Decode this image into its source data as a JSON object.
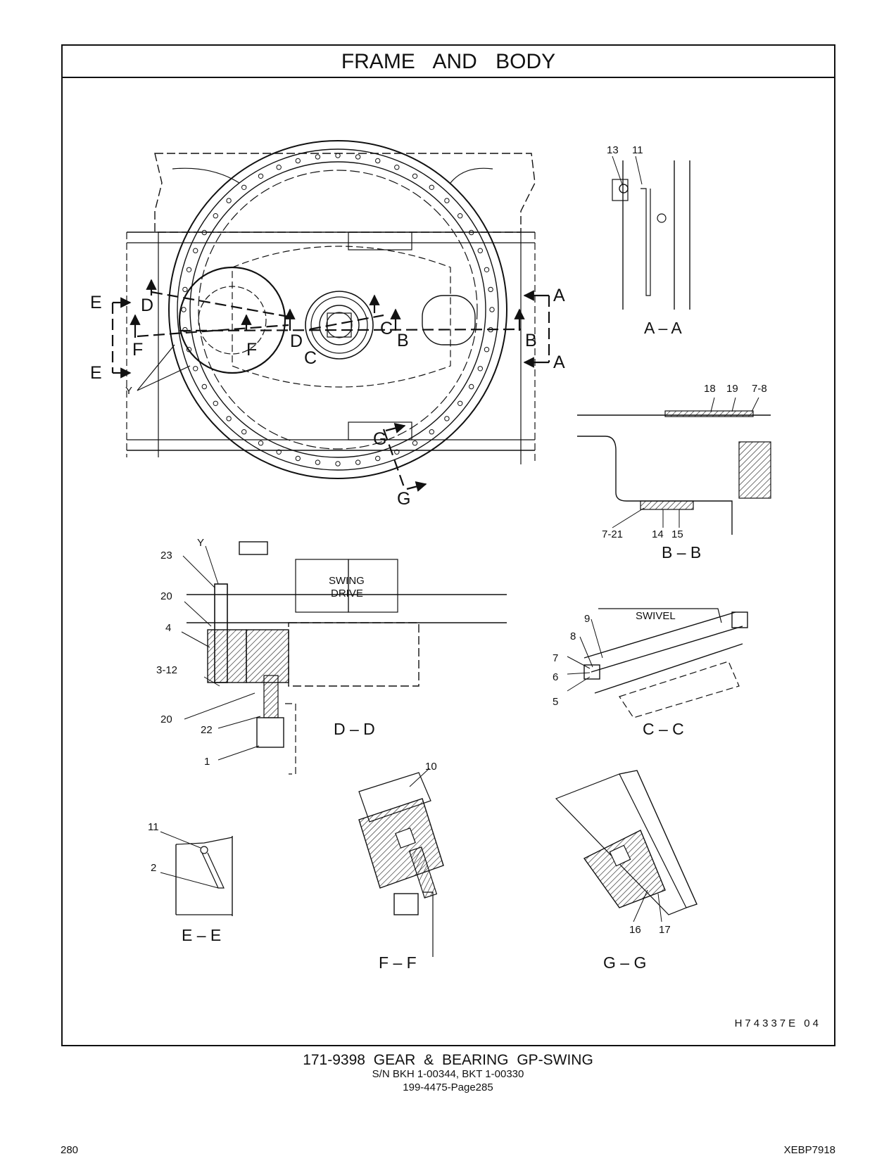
{
  "page": {
    "section_title": "FRAME AND BODY",
    "drawing_id": "H74337E   04",
    "caption_main": "171-9398  GEAR & BEARING GP-SWING",
    "caption_sn": "S/N BKH 1-00344, BKT 1-00330",
    "caption_ref": "199-4475-Page285",
    "page_number": "280",
    "doc_code": "XEBP7918"
  },
  "view_markers": {
    "a": "A",
    "b": "B",
    "c": "C",
    "d": "D",
    "e": "E",
    "f": "F",
    "g": "G",
    "y": "Y"
  },
  "section_titles": {
    "aa": "A – A",
    "bb": "B – B",
    "cc": "C – C",
    "dd": "D – D",
    "ee": "E – E",
    "ff": "F – F",
    "gg": "G – G"
  },
  "text_labels": {
    "swing_drive_1": "SWING",
    "swing_drive_2": "DRIVE",
    "swivel": "SWIVEL"
  },
  "callouts": {
    "c13": "13",
    "c11": "11",
    "c18": "18",
    "c19": "19",
    "c7_8": "7-8",
    "c7_21": "7-21",
    "c14": "14",
    "c15": "15",
    "c23": "23",
    "cY": "Y",
    "c20a": "20",
    "c4": "4",
    "c3_12": "3-12",
    "c20b": "20",
    "c22": "22",
    "c1": "1",
    "c9": "9",
    "c8": "8",
    "c7": "7",
    "c6": "6",
    "c5": "5",
    "c10": "10",
    "c11b": "11",
    "c2": "2",
    "c16": "16",
    "c17": "17"
  }
}
